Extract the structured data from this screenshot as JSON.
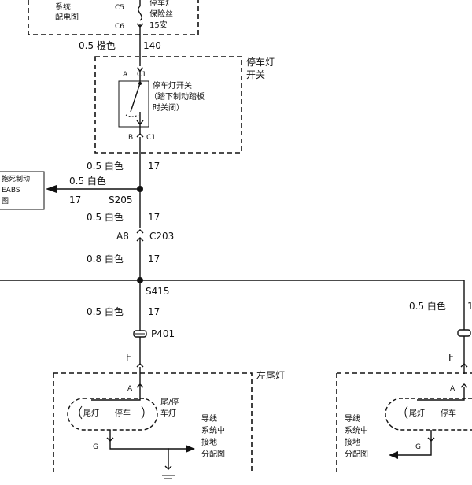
{
  "top_box": {
    "lines": [
      "系统",
      "配电图"
    ],
    "connector_c5": "C5",
    "connector_c6": "C6",
    "fuse_lines": [
      "停车灯",
      "保险丝",
      "15安"
    ]
  },
  "wire_top": {
    "gauge_color": "0.5 橙色",
    "circuit": "140"
  },
  "switch": {
    "title_lines": [
      "停车灯",
      "开关"
    ],
    "pin_top_letter": "A",
    "pin_top_conn": "C1",
    "pin_bottom_letter": "B",
    "pin_bottom_conn": "C1",
    "desc_lines": [
      "停车灯开关",
      "（踏下制动踏板",
      "时关闭）"
    ]
  },
  "wire_mid1": {
    "gauge_color": "0.5 白色",
    "circuit": "17"
  },
  "abs_branch": {
    "gauge_color": "0.5 白色",
    "circuit": "17",
    "splice": "S205",
    "box_lines": [
      "抱死制动",
      "EABS",
      "图"
    ]
  },
  "wire_mid2": {
    "gauge_color": "0.5 白色",
    "circuit": "17"
  },
  "connector_c203": {
    "pin": "A8",
    "name": "C203"
  },
  "wire_mid3": {
    "gauge_color": "0.8 白色",
    "circuit": "17"
  },
  "splice_s415": "S415",
  "wire_left": {
    "gauge_color": "0.5 白色",
    "circuit": "17"
  },
  "wire_right": {
    "gauge_color": "0.5 白色",
    "circuit": "1"
  },
  "connector_p401": "P401",
  "left_lamp": {
    "title": "左尾灯",
    "pin_f": "F",
    "pin_a": "A",
    "pin_g": "G",
    "tail_label": "尾灯",
    "stop_label": "停车",
    "bulb_lines": [
      "尾/停",
      "车灯"
    ],
    "ground_lines": [
      "导线",
      "系统中",
      "接地",
      "分配图"
    ]
  },
  "right_lamp": {
    "pin_f": "F",
    "pin_a": "A",
    "pin_g": "G",
    "tail_label": "尾灯",
    "stop_label": "停车",
    "ground_lines": [
      "导线",
      "系统中",
      "接地",
      "分配图"
    ]
  }
}
